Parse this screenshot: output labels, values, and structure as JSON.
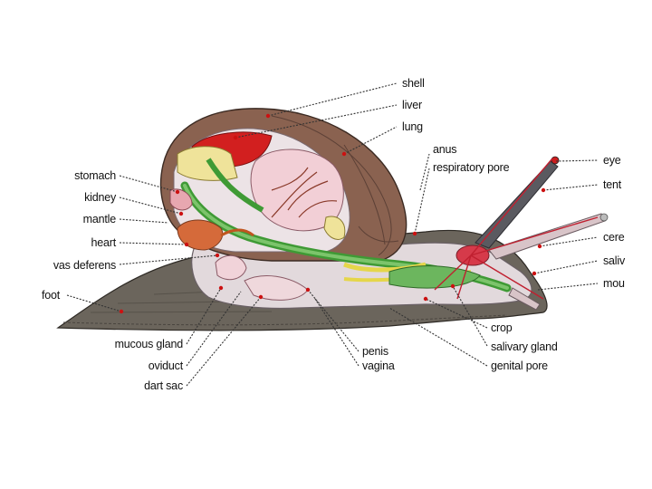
{
  "diagram": {
    "labels": {
      "shell": "shell",
      "liver": "liver",
      "lung": "lung",
      "anus": "anus",
      "respiratory_pore": "respiratory pore",
      "eye": "eye",
      "tentacle": "tent",
      "cerebral_ganglion": "cere",
      "salivary_duct": "saliv",
      "mouth": "mou",
      "stomach": "stomach",
      "kidney": "kidney",
      "mantle": "mantle",
      "heart": "heart",
      "vas_deferens": "vas deferens",
      "foot": "foot",
      "mucous_gland": "mucous gland",
      "oviduct": "oviduct",
      "dart_sac": "dart sac",
      "penis": "penis",
      "vagina": "vagina",
      "crop": "crop",
      "salivary_gland": "salivary gland",
      "genital_pore": "genital pore"
    },
    "colors": {
      "foot": "#6b655c",
      "shell": "#8a6250",
      "body": "#e2d9dc",
      "digestive": "#3f9a35",
      "liver": "#d21f1f",
      "yellow_gland": "#efe39a",
      "leader_dot": "#cc1111"
    }
  }
}
